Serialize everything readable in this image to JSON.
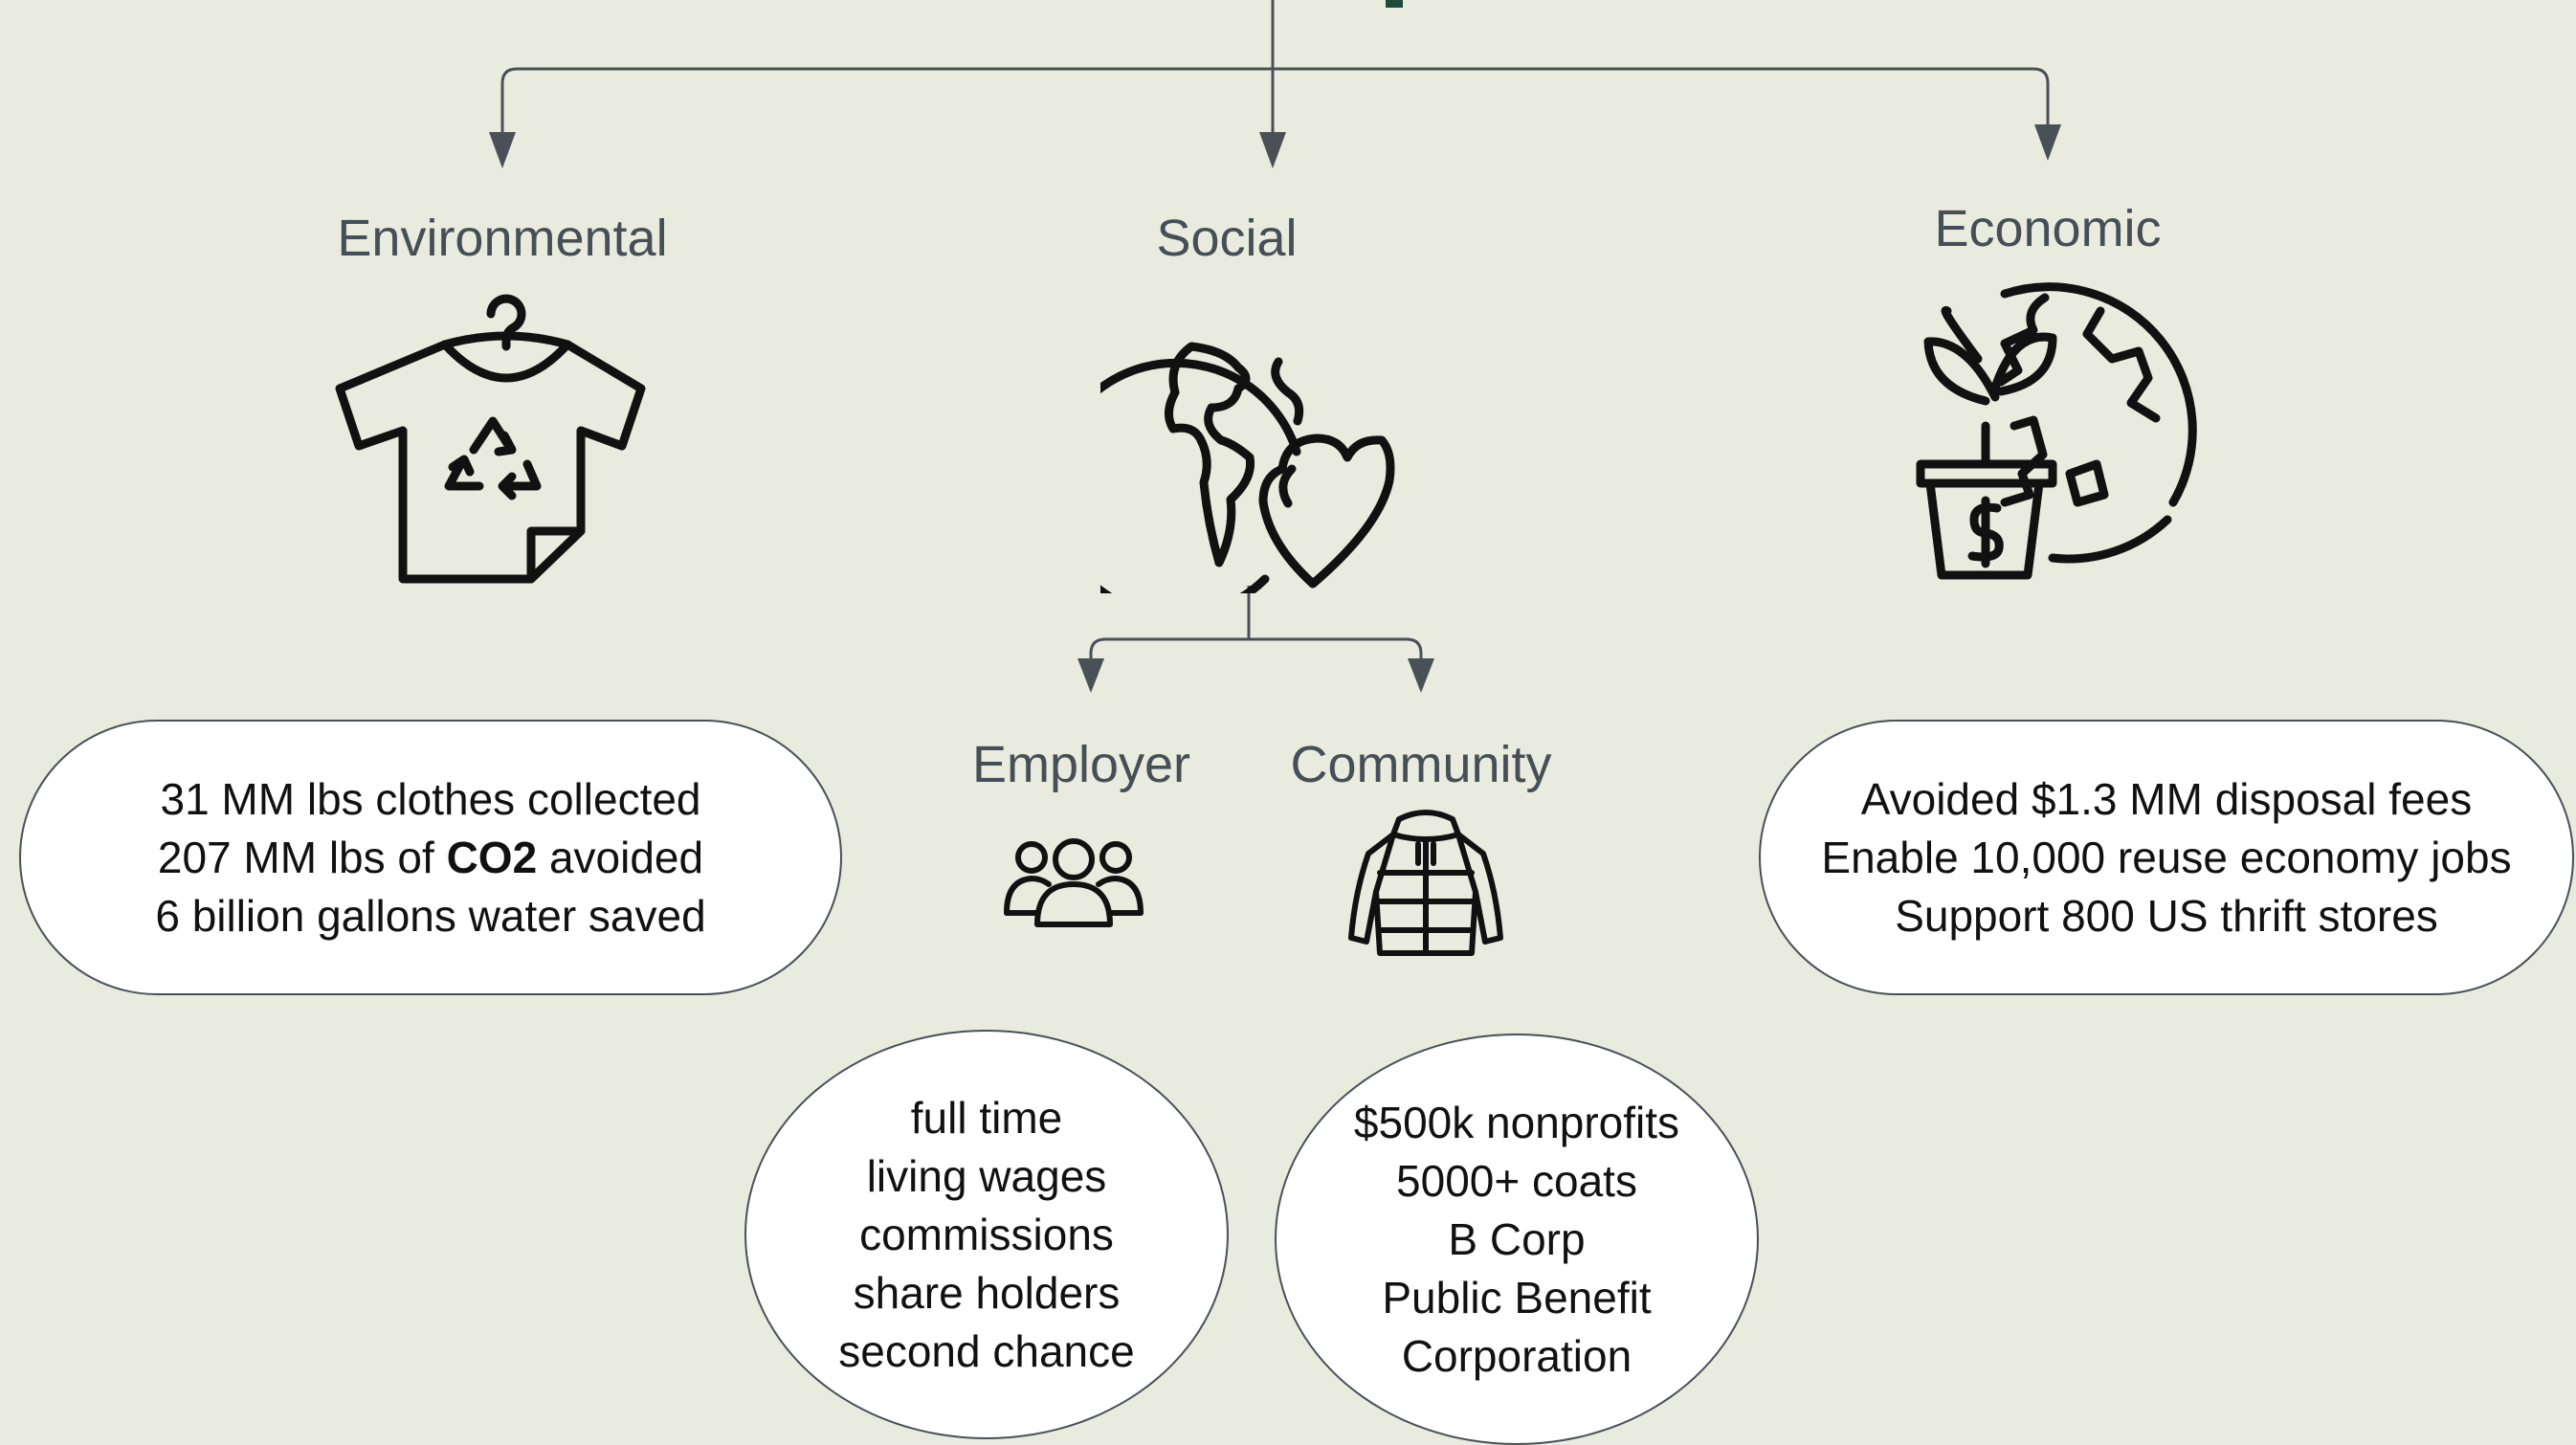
{
  "branches": {
    "environmental": {
      "heading": "Environmental",
      "icon": "recycled-shirt-icon",
      "stats": {
        "line1": "31 MM lbs clothes collected",
        "line2_pre": "207 MM lbs of ",
        "line2_bold": "CO2",
        "line2_post": " avoided",
        "line3": "6 billion gallons water saved"
      }
    },
    "social": {
      "heading": "Social",
      "icon": "globe-heart-icon",
      "employer": {
        "heading": "Employer",
        "icon": "people-group-icon",
        "items": [
          "full time",
          "living wages",
          "commissions",
          "share holders",
          "second chance"
        ]
      },
      "community": {
        "heading": "Community",
        "icon": "jacket-icon",
        "items": [
          "$500k nonprofits",
          "5000+ coats",
          "B Corp",
          "Public Benefit",
          "Corporation"
        ]
      }
    },
    "economic": {
      "heading": "Economic",
      "icon": "plant-globe-money-icon",
      "stats": [
        "Avoided $1.3 MM disposal fees",
        "Enable 10,000 reuse economy jobs",
        "Support 800 US thrift stores"
      ]
    }
  },
  "colors": {
    "background": "#e8ebdd",
    "connector": "#4a5058",
    "heading_text": "#464f57",
    "top_accent": "#1f4a3c"
  }
}
